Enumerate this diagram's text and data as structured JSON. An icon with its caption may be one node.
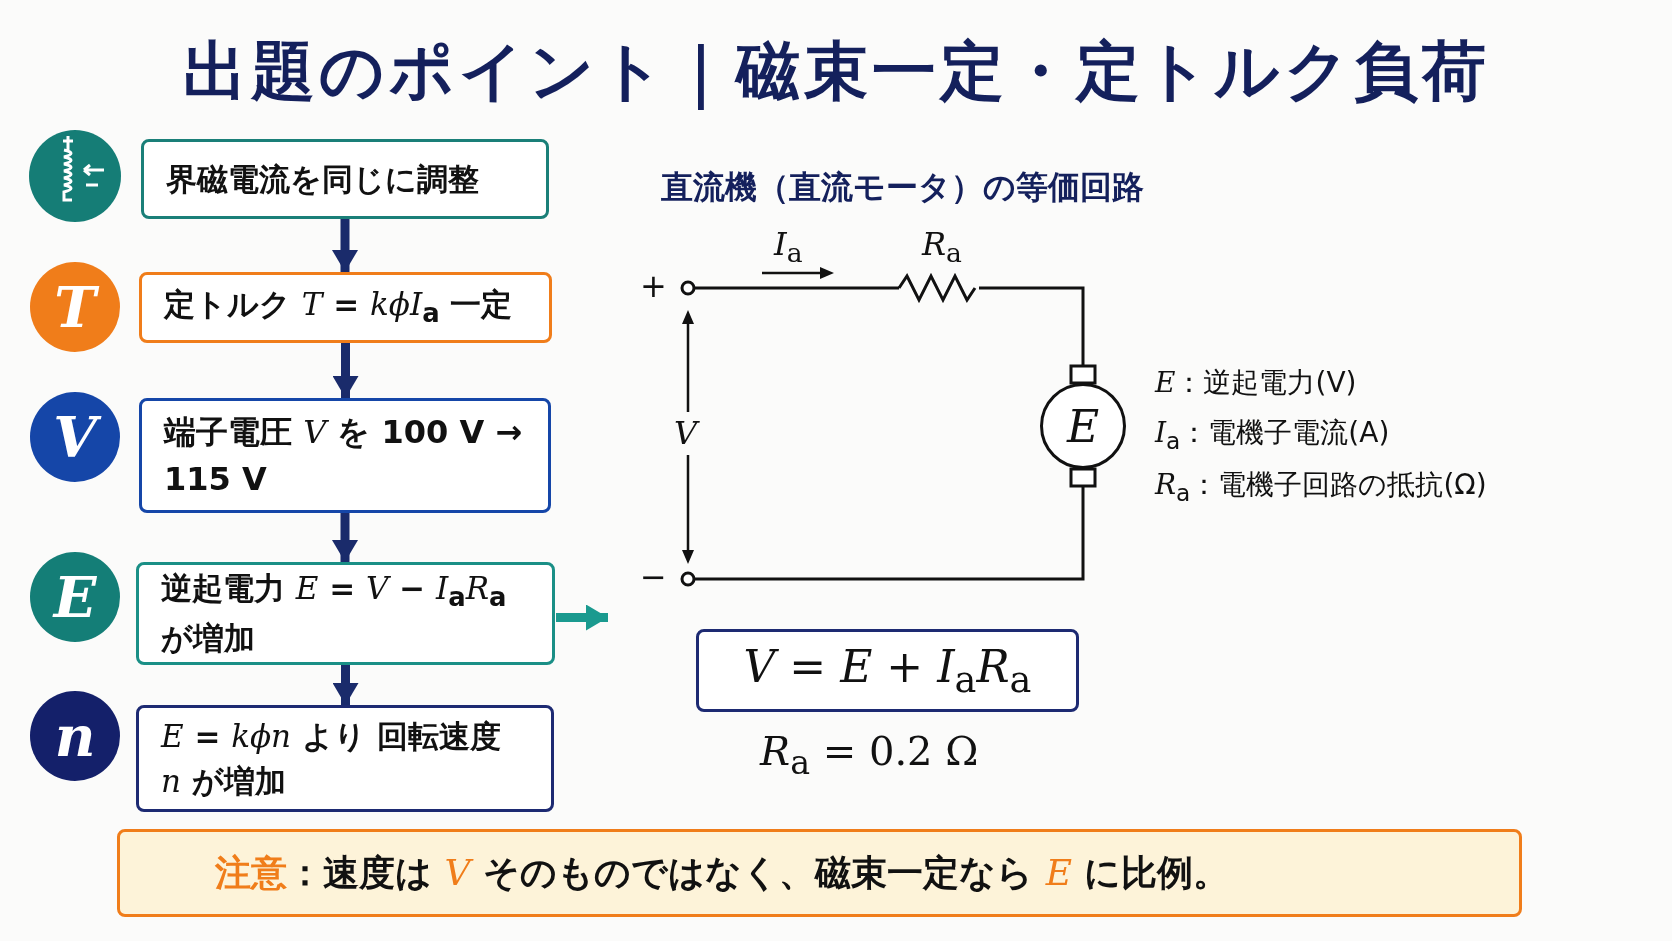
{
  "diagram": {
    "title": "出題のポイント｜磁束一定・定トルク負荷",
    "nodes": [
      {
        "text": [
          "界磁電流を同じに調整"
        ]
      },
      {
        "text": [
          "T"
        ]
      },
      {
        "text": [
          "定トルク *T* = *kϕI*$_{a}$ 一定"
        ]
      },
      {
        "text": [
          "V"
        ]
      },
      {
        "text": [
          "端子電圧 *V* を 100 V → 115 V"
        ]
      },
      {
        "text": [
          "E"
        ]
      },
      {
        "text": [
          "逆起電力 *E* = *V* − *I*$_{a}$*R*$_{a}$ が増加"
        ]
      },
      {
        "text": [
          "n"
        ]
      },
      {
        "text": [
          "*E* = *kϕn* より 回転速度 *n* が増加"
        ]
      },
      {
        "text": [
          "E"
        ]
      },
      {
        "text": [
          "*V* = *E* + *I*$_{a}$*R*$_{a}$"
        ]
      },
      {
        "text": [
          "**注意**：速度は *V* そのものではなく、磁束一定なら *E* に比例。"
        ]
      }
    ],
    "edges": [
      {
        "from": 0,
        "to": 2,
        "arrow": "to"
      },
      {
        "from": 2,
        "to": 4,
        "arrow": "to"
      },
      {
        "from": 4,
        "to": 6,
        "arrow": "to"
      },
      {
        "from": 6,
        "to": 8,
        "arrow": "to"
      },
      {
        "from": 6,
        "to": null,
        "arrow": "to",
        "color": "#1a9a8f"
      }
    ],
    "labels": [
      "直流機（直流モータ）の等価回路",
      "*I*$_{a}$",
      "*R*$_{a}$",
      "+",
      "*V*",
      "−",
      "*E*：逆起電力(V)",
      "*I*$_{a}$：電機子電流(A)",
      "*R*$_{a}$：電機子回路の抵抗(Ω)",
      "*R*$_{a}$ = 0.2 Ω"
    ]
  }
}
